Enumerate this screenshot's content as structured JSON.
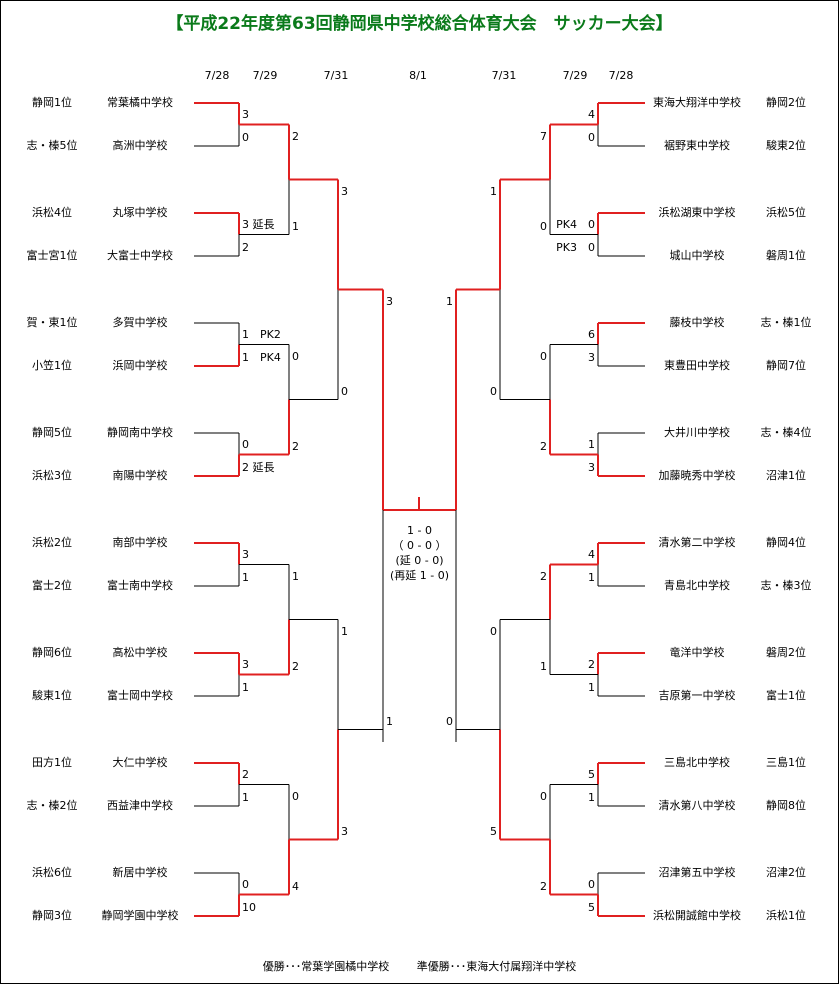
{
  "title": "【平成22年度第63回静岡県中学校総合体育大会　サッカー大会】",
  "dates": {
    "left": [
      "7/28",
      "7/29",
      "7/31"
    ],
    "center": "8/1",
    "right": [
      "7/31",
      "7/29",
      "7/28"
    ]
  },
  "left_teams": [
    {
      "seed": "静岡1位",
      "school": "常葉橘中学校"
    },
    {
      "seed": "志・榛5位",
      "school": "高洲中学校"
    },
    {
      "seed": "浜松4位",
      "school": "丸塚中学校"
    },
    {
      "seed": "富士宮1位",
      "school": "大富士中学校"
    },
    {
      "seed": "賀・東1位",
      "school": "多賀中学校"
    },
    {
      "seed": "小笠1位",
      "school": "浜岡中学校"
    },
    {
      "seed": "静岡5位",
      "school": "静岡南中学校"
    },
    {
      "seed": "浜松3位",
      "school": "南陽中学校"
    },
    {
      "seed": "浜松2位",
      "school": "南部中学校"
    },
    {
      "seed": "富士2位",
      "school": "富士南中学校"
    },
    {
      "seed": "静岡6位",
      "school": "高松中学校"
    },
    {
      "seed": "駿東1位",
      "school": "富士岡中学校"
    },
    {
      "seed": "田方1位",
      "school": "大仁中学校"
    },
    {
      "seed": "志・榛2位",
      "school": "西益津中学校"
    },
    {
      "seed": "浜松6位",
      "school": "新居中学校"
    },
    {
      "seed": "静岡3位",
      "school": "静岡学園中学校"
    }
  ],
  "right_teams": [
    {
      "school": "東海大翔洋中学校",
      "seed": "静岡2位"
    },
    {
      "school": "裾野東中学校",
      "seed": "駿東2位"
    },
    {
      "school": "浜松湖東中学校",
      "seed": "浜松5位"
    },
    {
      "school": "城山中学校",
      "seed": "磐周1位"
    },
    {
      "school": "藤枝中学校",
      "seed": "志・榛1位"
    },
    {
      "school": "東豊田中学校",
      "seed": "静岡7位"
    },
    {
      "school": "大井川中学校",
      "seed": "志・榛4位"
    },
    {
      "school": "加藤暁秀中学校",
      "seed": "沼津1位"
    },
    {
      "school": "清水第二中学校",
      "seed": "静岡4位"
    },
    {
      "school": "青島北中学校",
      "seed": "志・榛3位"
    },
    {
      "school": "竜洋中学校",
      "seed": "磐周2位"
    },
    {
      "school": "吉原第一中学校",
      "seed": "富士1位"
    },
    {
      "school": "三島北中学校",
      "seed": "三島1位"
    },
    {
      "school": "清水第八中学校",
      "seed": "静岡8位"
    },
    {
      "school": "沼津第五中学校",
      "seed": "沼津2位"
    },
    {
      "school": "浜松開誠館中学校",
      "seed": "浜松1位"
    }
  ],
  "left_r1_scores": [
    "3",
    "0",
    "3 延長",
    "2",
    "1　PK2",
    "1　PK4",
    "0",
    "2 延長",
    "3",
    "1",
    "3",
    "1",
    "2",
    "1",
    "0",
    "10"
  ],
  "right_r1_scores": [
    "4",
    "0",
    "PK4　0",
    "PK3　0",
    "6",
    "3",
    "1",
    "3",
    "4",
    "1",
    "2",
    "1",
    "5",
    "1",
    "0",
    "5"
  ],
  "left_r2_scores": [
    "2",
    "1",
    "0",
    "2",
    "1",
    "2",
    "0",
    "4"
  ],
  "right_r2_scores": [
    "7",
    "0",
    "0",
    "2",
    "2",
    "1",
    "0",
    "2"
  ],
  "left_qf_scores": [
    "3",
    "0",
    "1",
    "3"
  ],
  "right_qf_scores": [
    "1",
    "0",
    "0",
    "5"
  ],
  "left_sf_scores": [
    "3",
    "1"
  ],
  "right_sf_scores": [
    "1",
    "0"
  ],
  "final": {
    "score": "1 - 0",
    "half": "（ 0 - 0 ）",
    "extra": "(延 0 - 0)",
    "extra2": "(再延 1 - 0)"
  },
  "footer": {
    "champion": "優勝･･･常葉学園橘中学校",
    "runner_up": "準優勝･･･東海大付属翔洋中学校"
  },
  "colors": {
    "title": "#0a7a1a",
    "winner_line": "#e02020",
    "line": "#000000"
  }
}
